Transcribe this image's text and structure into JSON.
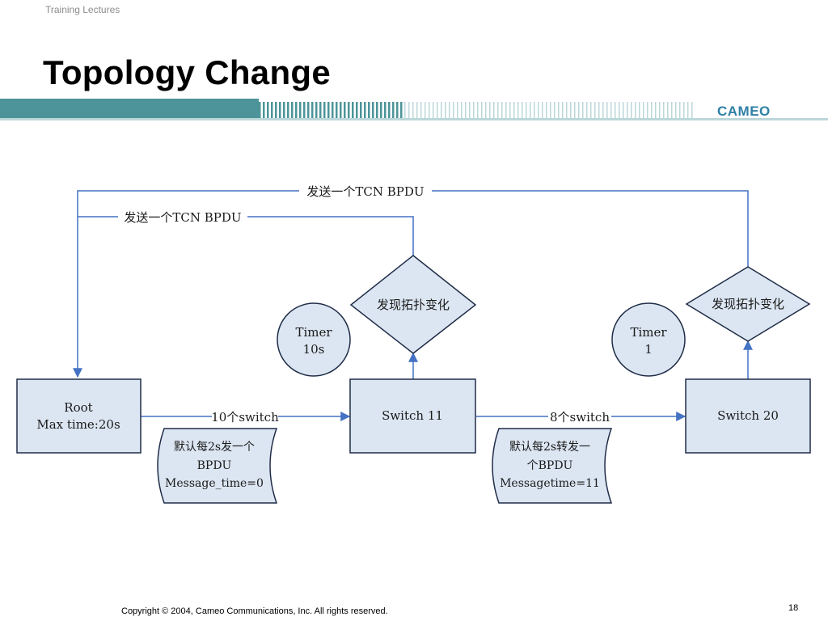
{
  "slide": {
    "header_label": "Training Lectures",
    "title": "Topology Change",
    "brand": "CAMEO",
    "copyright": "Copyright © 2004, Cameo Communications, Inc. All rights reserved.",
    "page_number": "18"
  },
  "colors": {
    "band": "#4d949a",
    "band_light": "#bcd7da",
    "brand": "#2f7fa5",
    "box_fill": "#dce6f2",
    "stroke": "#1f2d48",
    "arrow": "#4472c4"
  },
  "diagram": {
    "top_arrow_label": "发送一个TCN BPDU",
    "second_arrow_label": "发送一个TCN BPDU",
    "root_box": {
      "line1": "Root",
      "line2": "Max time:20s"
    },
    "switch11_box": {
      "label": "Switch 11"
    },
    "switch20_box": {
      "label": "Switch 20"
    },
    "link1_label": "10个switch",
    "link2_label": "8个switch",
    "diamond1_label": "发现拓扑变化",
    "diamond2_label": "发现拓扑变化",
    "timer1": {
      "line1": "Timer",
      "line2": "10s"
    },
    "timer2": {
      "line1": "Timer",
      "line2": "1"
    },
    "doc1": {
      "line1": "默认每2s发一个",
      "line2": "BPDU",
      "line3": "Message_time=0"
    },
    "doc2": {
      "line1": "默认每2s转发一",
      "line2": "个BPDU",
      "line3": "Messagetime=11"
    }
  }
}
